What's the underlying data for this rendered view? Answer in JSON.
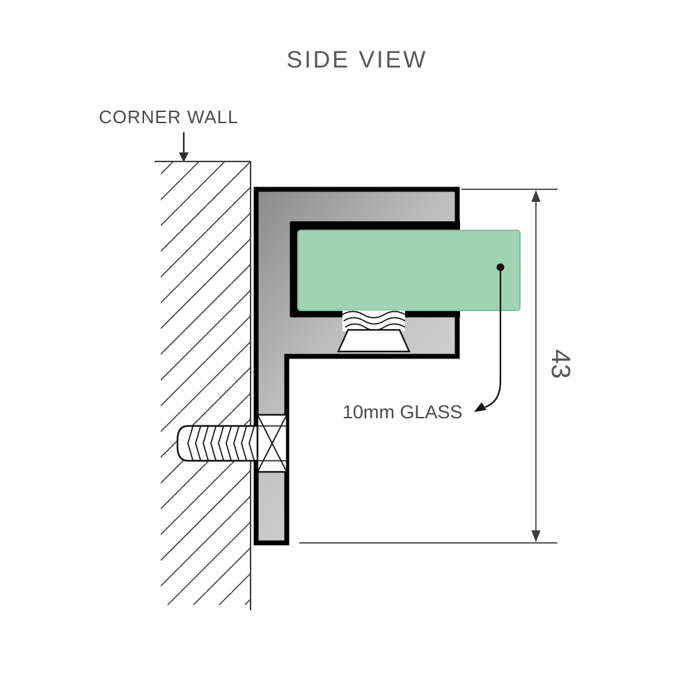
{
  "title": "SIDE VIEW",
  "annotations": {
    "wall_label": "CORNER WALL",
    "glass_label": "10mm GLASS",
    "dimension_value": "43"
  },
  "colors": {
    "glass": "#a0d2b4",
    "glass_edge": "#84bb9a",
    "metal_dark": "#8a8a8a",
    "metal_mid": "#bdbdbd",
    "metal_light": "#dcdcdc",
    "outline": "#000000",
    "line": "#3c3c3c",
    "label_text": "#4a4a4a",
    "title_text": "#55575b"
  }
}
